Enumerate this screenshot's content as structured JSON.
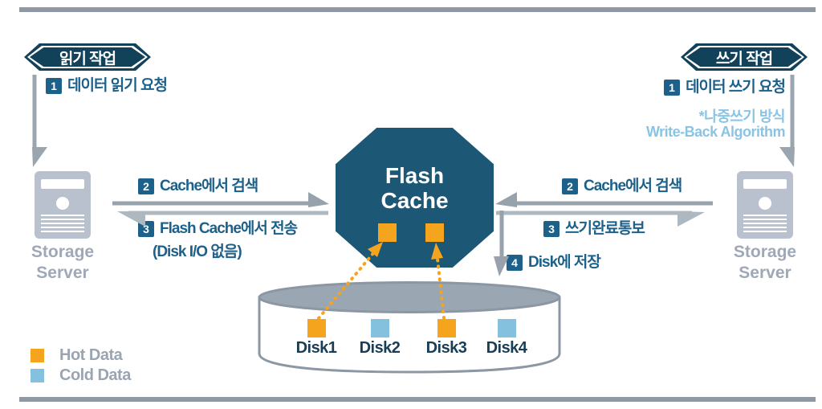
{
  "colors": {
    "badge_navy": "#12415A",
    "octagon_navy": "#1C5875",
    "step_teal": "#1D618A",
    "arrow_dark_gray": "#97A2AC",
    "arrow_light_gray": "#AEB8C1",
    "hot_orange": "#F5A41E",
    "cold_sky_blue": "#84C1DE",
    "server_gray": "#B9C1CE",
    "label_gray": "#9AA5B1",
    "note_light_blue": "#8AC4E5",
    "rule_gray": "#8E99A4"
  },
  "read_flow": {
    "badge_label": "읽기 작업",
    "step1_num": "1",
    "step1_label": "데이터 읽기 요청",
    "step2_num": "2",
    "step2_label": "Cache에서 검색",
    "step3_num": "3",
    "step3_label": "Flash Cache에서 전송",
    "step3_label2": "(Disk I/O 없음)"
  },
  "write_flow": {
    "badge_label": "쓰기 작업",
    "step1_num": "1",
    "step1_label": "데이터 쓰기 요청",
    "note_line1": "*나중쓰기 방식",
    "note_line2": "Write-Back Algorithm",
    "step2_num": "2",
    "step2_label": "Cache에서 검색",
    "step3_num": "3",
    "step3_label": "쓰기완료통보",
    "step4_num": "4",
    "step4_label": "Disk에 저장"
  },
  "flash_cache": {
    "line1": "Flash",
    "line2": "Cache"
  },
  "server_left": {
    "line1": "Storage",
    "line2": "Server"
  },
  "server_right": {
    "line1": "Storage",
    "line2": "Server"
  },
  "disks": [
    {
      "name": "Disk1",
      "type": "hot"
    },
    {
      "name": "Disk2",
      "type": "cold"
    },
    {
      "name": "Disk3",
      "type": "hot"
    },
    {
      "name": "Disk4",
      "type": "cold"
    }
  ],
  "legend": [
    {
      "label": "Hot Data",
      "type": "hot"
    },
    {
      "label": "Cold Data",
      "type": "cold"
    }
  ]
}
